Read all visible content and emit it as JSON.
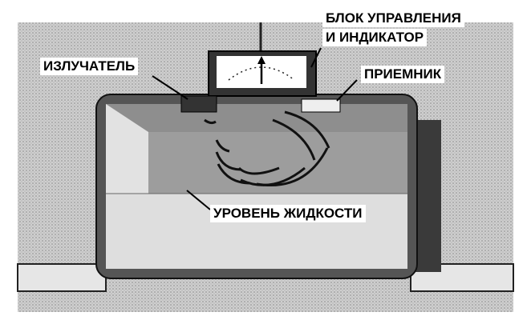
{
  "labels": {
    "control_unit_line1": "БЛОК УПРАВЛЕНИЯ",
    "control_unit_line2": "И ИНДИКАТОР",
    "emitter": "ИЗЛУЧАТЕЛЬ",
    "receiver": "ПРИЕМНИК",
    "liquid_level": "УРОВЕНЬ ЖИДКОСТИ"
  }
}
